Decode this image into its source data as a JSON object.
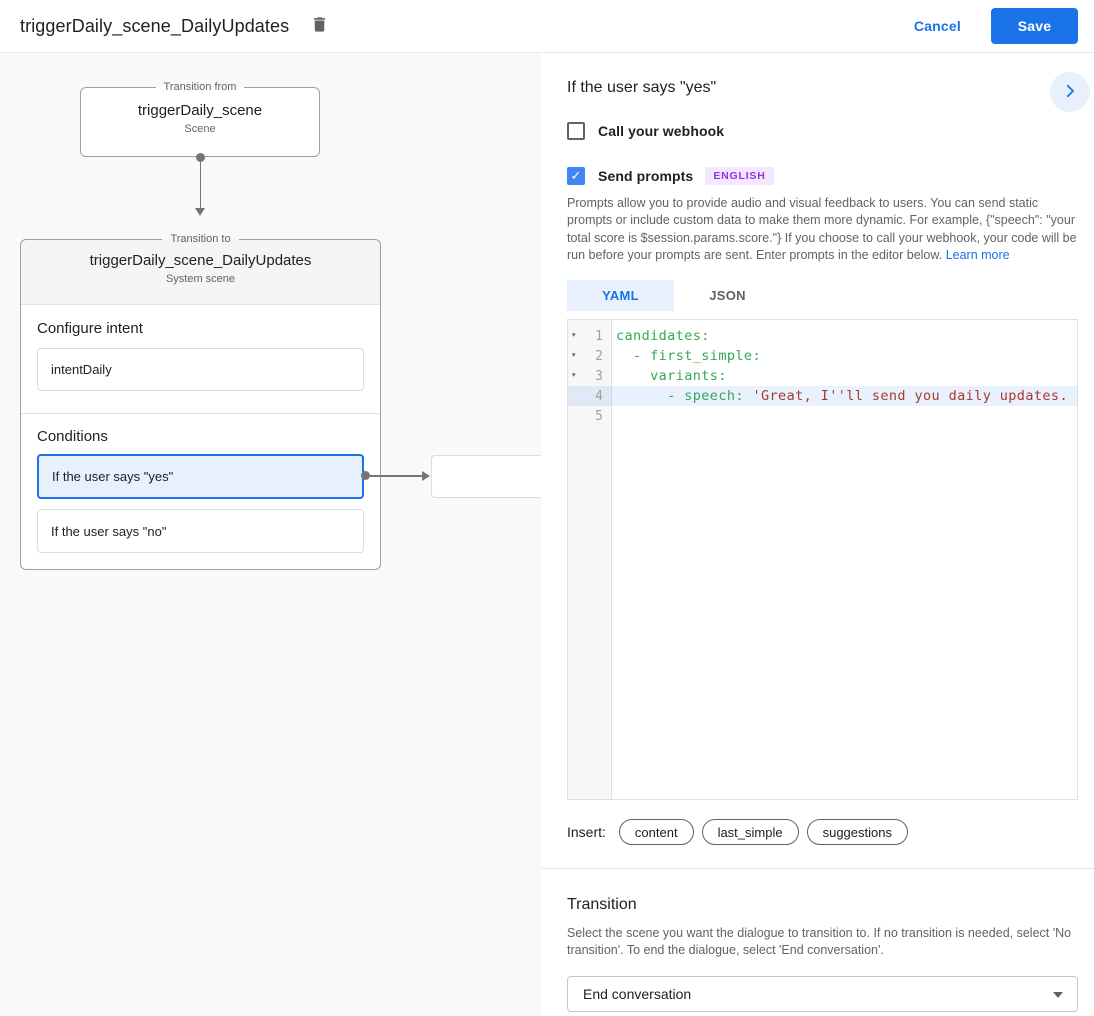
{
  "colors": {
    "accent_blue": "#1a73e8",
    "checkbox_blue": "#4285f4",
    "selection_blue_bg": "#e8f0fe",
    "badge_purple_text": "#9334e6",
    "badge_purple_bg": "#f3e8fd",
    "code_key_green": "#34a853",
    "code_string_red": "#a93a2c",
    "canvas_gray": "#f8f9fa"
  },
  "header": {
    "title": "triggerDaily_scene_DailyUpdates",
    "cancel_label": "Cancel",
    "save_label": "Save"
  },
  "diagram": {
    "from_box": {
      "legend": "Transition from",
      "title": "triggerDaily_scene",
      "subtitle": "Scene"
    },
    "to_box": {
      "legend": "Transition to",
      "title": "triggerDaily_scene_DailyUpdates",
      "subtitle": "System scene",
      "intent_heading": "Configure intent",
      "intent_value": "intentDaily",
      "conditions_heading": "Conditions",
      "conditions": [
        {
          "label": "If the user says \"yes\"",
          "selected": true
        },
        {
          "label": "If the user says \"no\"",
          "selected": false
        }
      ]
    }
  },
  "panel": {
    "title": "If the user says \"yes\"",
    "webhook_checkbox": {
      "label": "Call your webhook",
      "checked": false
    },
    "prompts_checkbox": {
      "label": "Send prompts",
      "checked": true
    },
    "language_badge": "ENGLISH",
    "description": "Prompts allow you to provide audio and visual feedback to users. You can send static prompts or include custom data to make them more dynamic. For example, {\"speech\": \"your total score is $session.params.score.\"} If you choose to call your webhook, your code will be run before your prompts are sent. Enter prompts in the editor below.",
    "learn_more": "Learn more",
    "tabs": [
      {
        "label": "YAML",
        "active": true
      },
      {
        "label": "JSON",
        "active": false
      }
    ],
    "editor": {
      "line_numbers": [
        "1",
        "2",
        "3",
        "4",
        "5"
      ],
      "lines": [
        {
          "code": "candidates:",
          "string": ""
        },
        {
          "code": "  - first_simple:",
          "string": ""
        },
        {
          "code": "    variants:",
          "string": ""
        },
        {
          "code": "      - speech: ",
          "string": "'Great, I''ll send you daily updates."
        },
        {
          "code": "",
          "string": ""
        }
      ]
    },
    "insert_label": "Insert:",
    "chips": [
      "content",
      "last_simple",
      "suggestions"
    ],
    "transition": {
      "heading": "Transition",
      "description": "Select the scene you want the dialogue to transition to. If no transition is needed, select 'No transition'. To end the dialogue, select 'End conversation'.",
      "value": "End conversation"
    }
  }
}
